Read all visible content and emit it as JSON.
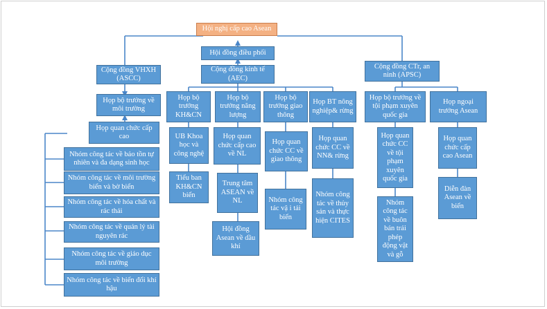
{
  "nodes": {
    "summit": "Hội nghị cấp cao Asean",
    "council": "Hội đồng điều phối",
    "ascc": "Cộng đồng VHXH (ASCC)",
    "aec": "Cộng đồng kinh tế (AEC)",
    "apsc": "Cộng đồng CTr, an ninh (APSC)",
    "ascc_minister": "Họp bộ trưởng về môi trường",
    "ascc_senior": "Họp quan chức cấp cao",
    "wg_nature": "Nhóm công tác về bảo tồn tự nhiên và đa dạng sinh học",
    "wg_marine": "Nhóm công tác về môi trường biển và bờ biển",
    "wg_chem": "Nhóm công tác về hóa chất và rác thải",
    "wg_water": "Nhóm công tác về quản lý tài nguyên rác",
    "wg_edu": "Nhóm công tác về giáo dục môi trường",
    "wg_climate": "Nhóm công tác về biến đổi khí hậu",
    "aec_sci": "Họp bộ trưởng KH&CN",
    "aec_energy": "Họp bộ trưởng năng lượng",
    "aec_transport": "Họp bộ trưởng giao thông",
    "aec_agri": "Họp BT nông nghiệp& rừng",
    "sci_committee": "UB Khoa học và công nghệ",
    "sci_sub": "Tiểu ban KH&CN biển",
    "energy_senior": "Họp quan chức cấp cao về NL",
    "energy_center": "Trung tâm ASEAN về NL",
    "energy_council": "Hội đồng Asean về dầu khí",
    "transport_senior": "Họp quan chức CC về giao thông",
    "transport_wg": "Nhóm công tác vậ i tải biển",
    "agri_senior": "Họp quan chức CC về NN& rừng",
    "agri_wg": "Nhóm công tác về thủy sản và thực hiện CITES",
    "apsc_crime": "Họp bộ trưởng về tội phạm xuyên quốc gia",
    "apsc_foreign": "Họp ngoại trưởng Asean",
    "crime_senior": "Họp quan chức CC về tội phạm xuyên quốc gia",
    "crime_wg": "Nhóm công tác về buôn bán trái phép động vật và gỗ",
    "foreign_senior": "Họp quan chức cấp cao Asean",
    "foreign_forum": "Diễn đàn Asean về biển"
  },
  "colors": {
    "box": "#5b9bd5",
    "box_border": "#41719c",
    "top_box": "#f4b183",
    "line": "#4a86c8"
  }
}
